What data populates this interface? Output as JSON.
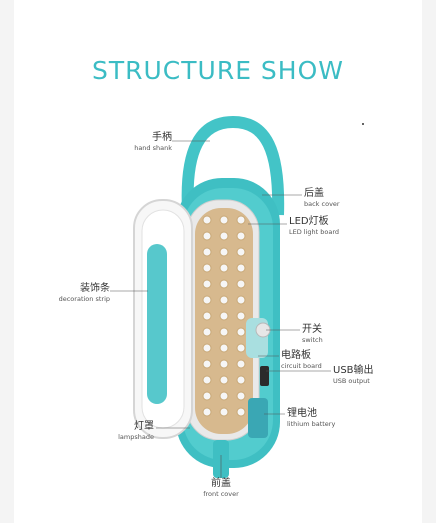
{
  "title": "STRUCTURE SHOW",
  "labels": {
    "hand_shank": {
      "zh": "手柄",
      "en": "hand shank"
    },
    "back_cover": {
      "zh": "后盖",
      "en": "back cover"
    },
    "led_board": {
      "zh": "LED灯板",
      "en": "LED light board"
    },
    "decoration": {
      "zh": "装饰条",
      "en": "decoration strip"
    },
    "switch": {
      "zh": "开关",
      "en": "switch"
    },
    "circuit": {
      "zh": "电路板",
      "en": "circuit board"
    },
    "usb": {
      "zh": "USB输出",
      "en": "USB output"
    },
    "battery": {
      "zh": "锂电池",
      "en": "lithium battery"
    },
    "lampshade": {
      "zh": "灯罩",
      "en": "lampshade"
    },
    "front_cover": {
      "zh": "前盖",
      "en": "front cover"
    }
  },
  "colors": {
    "accent": "#3bbcc4",
    "body": "#46c7c9",
    "led": "#d9b98a"
  }
}
